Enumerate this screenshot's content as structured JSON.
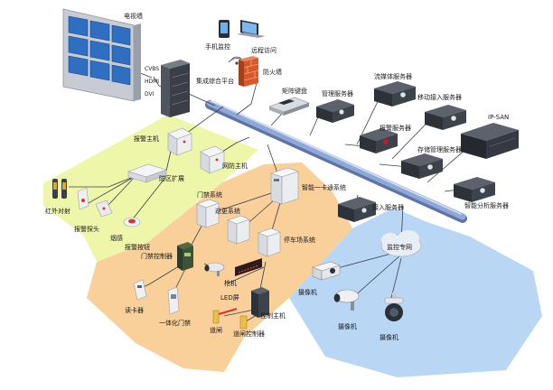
{
  "colors": {
    "zone_alarm": "#eef6a9",
    "zone_access": "#f9cf9a",
    "zone_video": "#b9d6f5",
    "backbone": "#8fa8d6",
    "device_dark": "#2d3138",
    "device_light": "#eef0f2"
  },
  "labels": {
    "video_wall": "电视墙",
    "integrated_platform": "集成综合平台",
    "cvbs": "CVBS",
    "hdmi": "HDMI",
    "dvi": "DVI",
    "mobile_monitor": "手机监控",
    "remote_access": "远程访问",
    "firewall": "防火墙",
    "matrix_keyboard": "矩阵键盘",
    "management_server": "管理服务器",
    "streaming_server": "流媒体服务器",
    "mobile_access_server": "移动接入服务器",
    "ip_san": "IP-SAN",
    "alarm_host": "报警主机",
    "alarm_server": "报警服务器",
    "storage_management_server": "存储管理服务器",
    "zone_expansion": "防区扩展",
    "network_alarm_host": "网防主机",
    "intelligent_analysis_server": "智能分析服务器",
    "access_server": "接入服务器",
    "ir_detector": "红外对射",
    "alarm_probe": "报警探头",
    "smoke_detector": "烟感",
    "alarm_button": "报警按钮",
    "access_control_system": "门禁系统",
    "patrol_system": "巡更系统",
    "one_card_system": "智能一卡通系统",
    "parking_system": "停车场系统",
    "monitoring_network": "监控专网",
    "access_controller": "门禁控制器",
    "bullet_camera": "枪机",
    "led_screen": "LED屏",
    "card_reader": "读卡器",
    "integrated_door_lock": "一体化门禁",
    "gate": "道闸",
    "control_host": "控制主机",
    "gate_controller": "道闸控制器",
    "camera_1": "摄像机",
    "camera_2": "摄像机",
    "camera_3": "摄像机"
  }
}
